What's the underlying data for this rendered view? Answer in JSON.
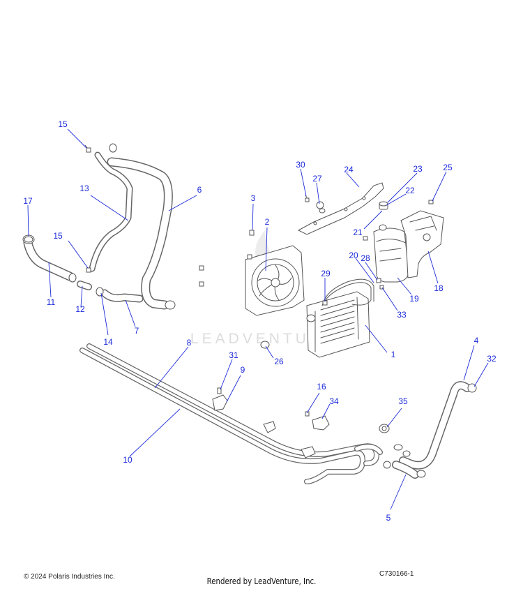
{
  "watermark": "LEADVENTURE",
  "callouts": [
    "1",
    "2",
    "3",
    "4",
    "5",
    "6",
    "7",
    "8",
    "9",
    "10",
    "11",
    "12",
    "13",
    "14",
    "15",
    "15",
    "16",
    "17",
    "18",
    "19",
    "20",
    "21",
    "22",
    "23",
    "24",
    "25",
    "26",
    "27",
    "28",
    "29",
    "30",
    "31",
    "32",
    "33",
    "34",
    "35"
  ],
  "footer": {
    "copyright": "© 2024 Polaris Industries Inc.",
    "figure_id": "C730166-1",
    "rendered_by": "Rendered by LeadVenture, Inc."
  },
  "colors": {
    "callout": "#1c2bd9",
    "line_art": "#555555",
    "watermark": "#dcdcdc"
  }
}
